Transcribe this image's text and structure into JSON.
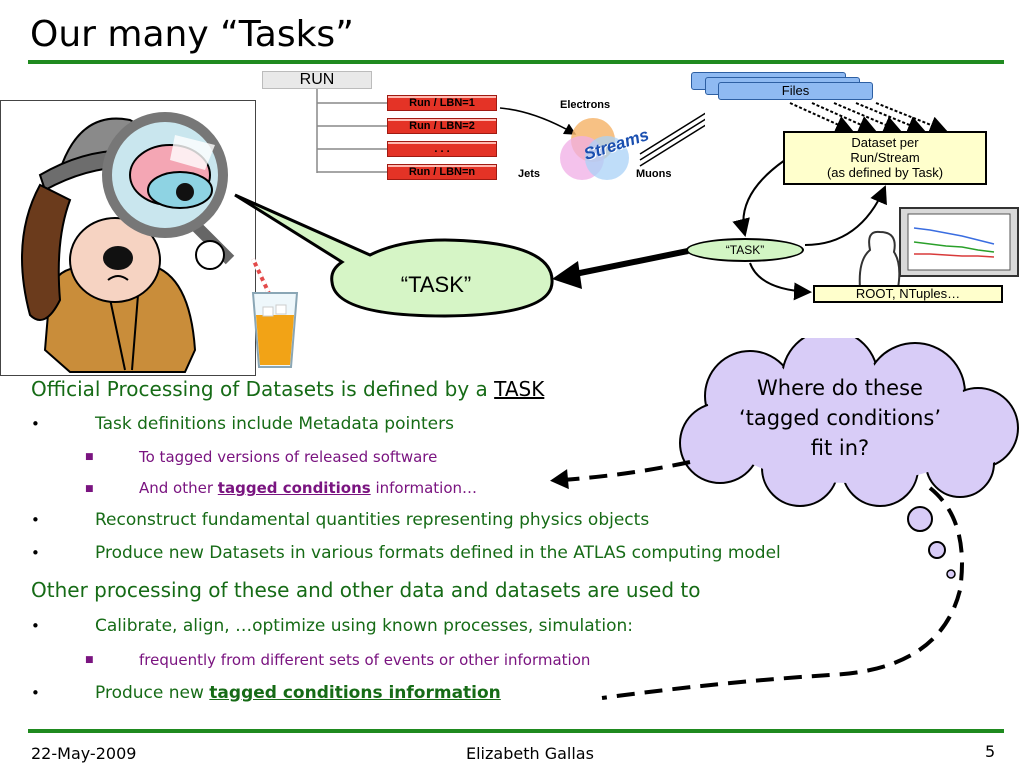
{
  "slide": {
    "title": "Our many “Tasks”",
    "footer": {
      "date": "22-May-2009",
      "author": "Elizabeth Gallas",
      "page": "5"
    }
  },
  "diagram": {
    "run_label": "RUN",
    "lbn_items": [
      "Run / LBN=1",
      "Run / LBN=2",
      ". . .",
      "Run / LBN=n"
    ],
    "streams_label": "Streams",
    "stream_labels": {
      "electrons": "Electrons",
      "jets": "Jets",
      "muons": "Muons"
    },
    "files_label": "Files",
    "dataset_box": [
      "Dataset per",
      "Run/Stream",
      "(as defined by Task)"
    ],
    "task_small": "“TASK”",
    "root_box": "ROOT, NTuples…",
    "task_callout": "“TASK”",
    "colors": {
      "lbn": "#e43326",
      "files": "#8fbaf2",
      "dataset": "#ffffcc",
      "task": "#d2f5c4"
    }
  },
  "cloud": {
    "lines": [
      "Where do these",
      "‘tagged conditions’",
      "fit in?"
    ],
    "color": "#d8ccf7"
  },
  "content": {
    "p1_prefix": "Official Processing of Datasets is defined by a ",
    "p1_link": "TASK",
    "b1": "Task definitions include Metadata pointers",
    "b1_sub1": "To tagged versions of released software",
    "b1_sub2_prefix": "And other ",
    "b1_sub2_em": "tagged conditions",
    "b1_sub2_suffix": " information…",
    "b2": "Reconstruct fundamental quantities representing physics objects",
    "b3": "Produce new Datasets in various formats defined in the ATLAS computing model",
    "p2": "Other processing of these and other data and datasets are used to",
    "b4": "Calibrate, align, …optimize using known processes, simulation:",
    "b4_sub1": "frequently from different sets of events or other information",
    "b5_prefix": "Produce new ",
    "b5_em": "tagged conditions information"
  }
}
